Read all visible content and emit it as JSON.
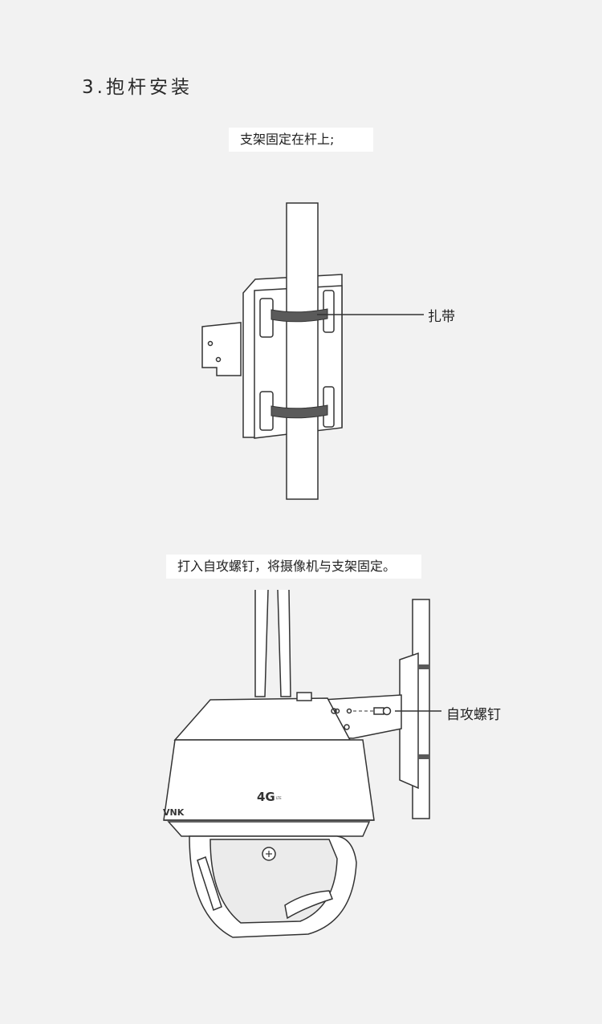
{
  "section": {
    "title": "3.抱杆安装"
  },
  "step1": {
    "caption": "支架固定在杆上;",
    "callout_strap": "扎带"
  },
  "step2": {
    "caption": "打入自攻螺钉，将摄像机与支架固定。",
    "callout_screw": "自攻螺钉",
    "camera_badge": "4G",
    "camera_badge_sub": "LTE",
    "brand_mark": "VNK"
  },
  "colors": {
    "background": "#f2f2f2",
    "caption_bg": "#ffffff",
    "line": "#333333",
    "strap": "#5a5a5a"
  }
}
